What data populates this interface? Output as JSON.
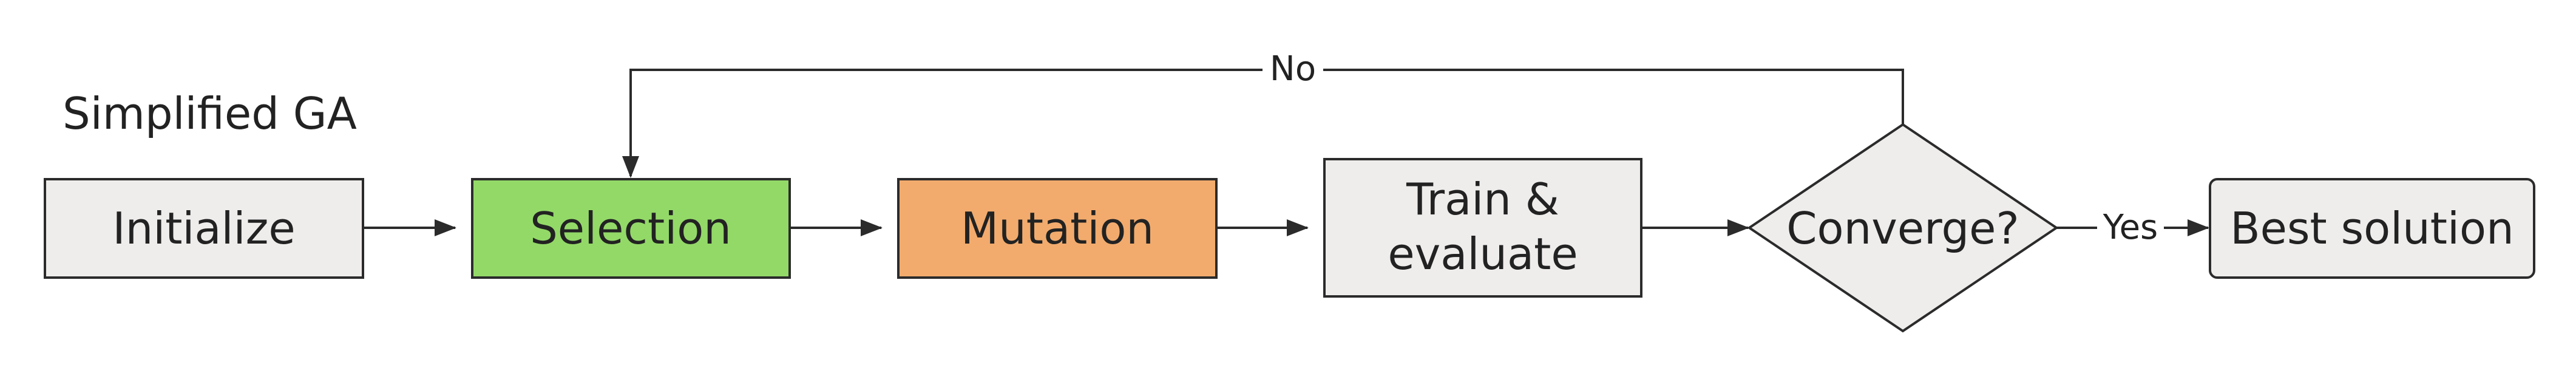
{
  "title": "Simplified GA",
  "nodes": {
    "initialize": {
      "label": "Initialize",
      "fill": "#efedec"
    },
    "selection": {
      "label": "Selection",
      "fill": "#93d968"
    },
    "mutation": {
      "label": "Mutation",
      "fill": "#f2ab6d"
    },
    "train_evaluate": {
      "label_line1": "Train &",
      "label_line2": "evaluate",
      "fill": "#efedec"
    },
    "converge": {
      "label": "Converge?",
      "fill": "#efedec"
    },
    "best_solution": {
      "label": "Best solution",
      "fill": "#efedec"
    }
  },
  "edges": {
    "no_label": "No",
    "yes_label": "Yes"
  },
  "colors": {
    "stroke": "#2b2b2b",
    "text": "#222222"
  }
}
